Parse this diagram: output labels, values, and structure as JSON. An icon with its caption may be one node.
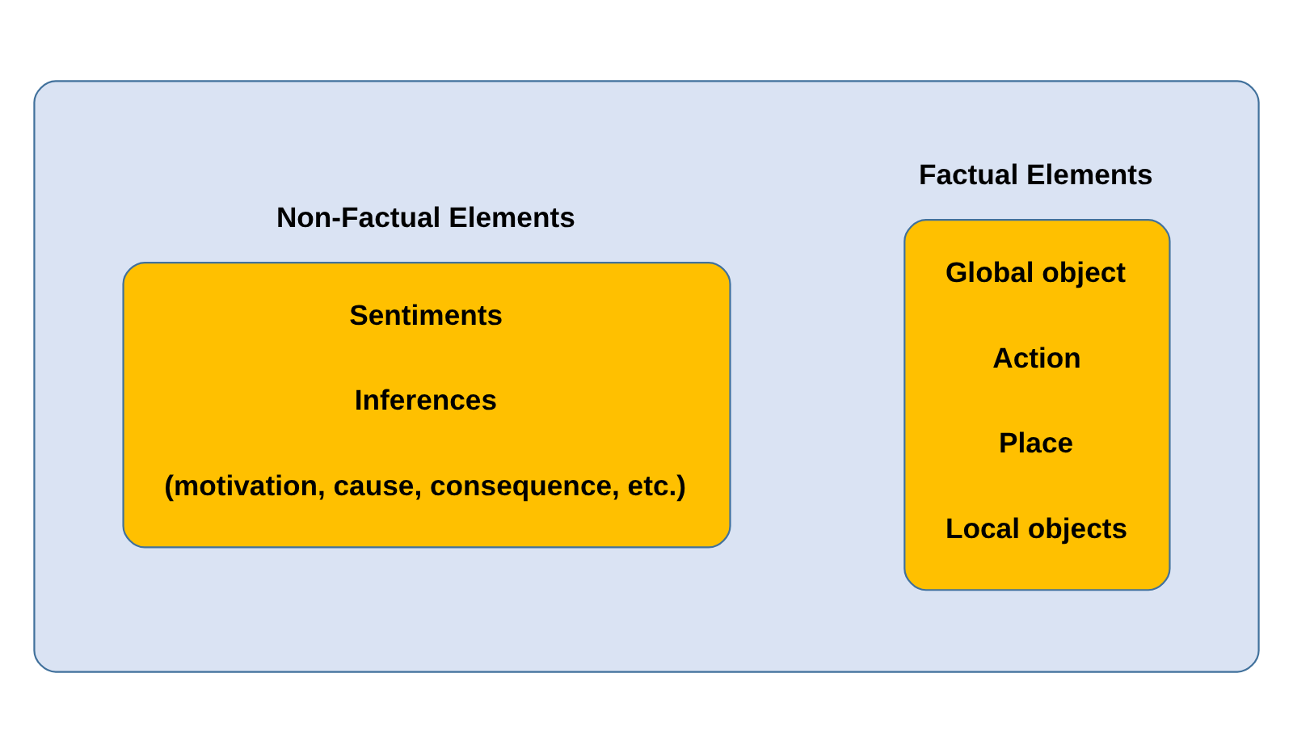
{
  "diagram": {
    "nodes": [
      {
        "text": [],
        "shape": "box"
      },
      {
        "text": [
          "Factual Elements",
          "Global object",
          "Action",
          "Place",
          "Local objects"
        ],
        "in": 0
      },
      {
        "text": [
          "Non-Factual Elements",
          "Sentiments",
          "Inferences",
          "(motivation, cause, consequence, etc.)"
        ],
        "in": 0
      }
    ],
    "edges": []
  }
}
